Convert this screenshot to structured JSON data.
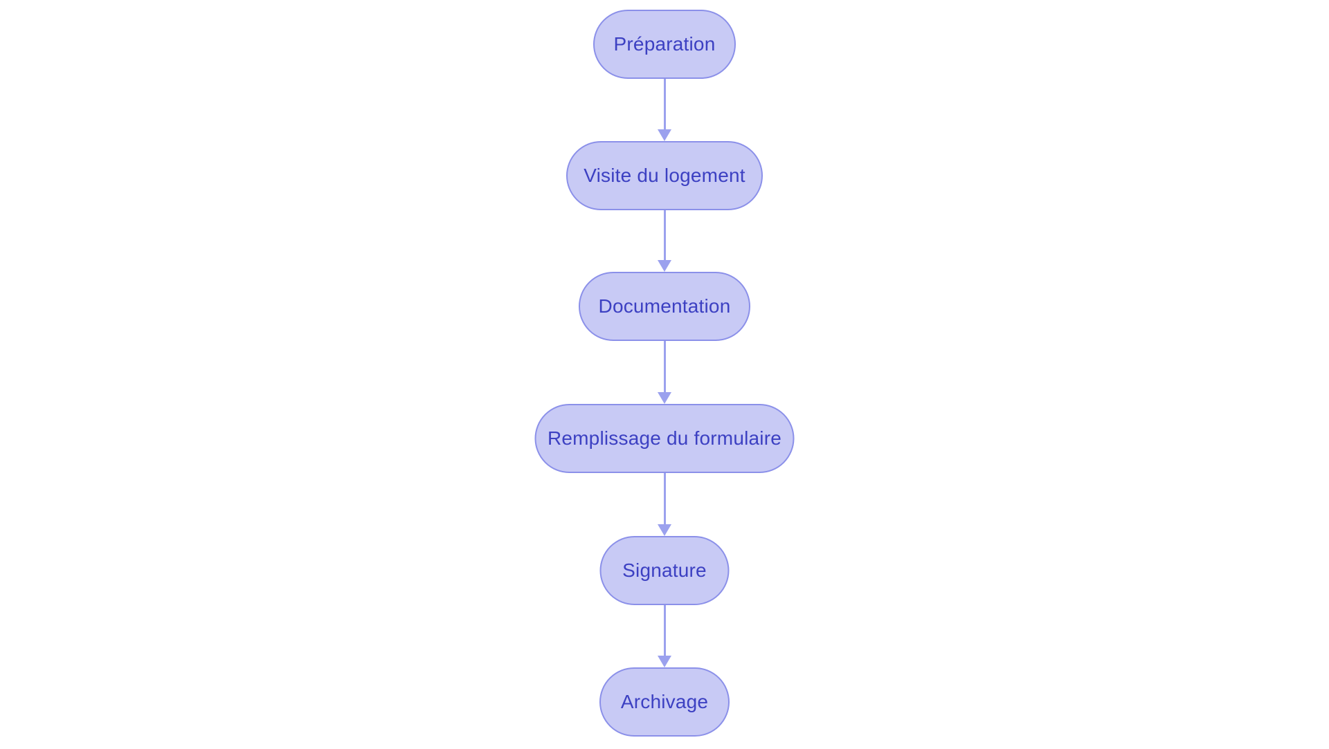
{
  "diagram": {
    "type": "flowchart",
    "direction": "top-down",
    "nodes": [
      {
        "id": "preparation",
        "label": "Préparation"
      },
      {
        "id": "visite",
        "label": "Visite du logement"
      },
      {
        "id": "documentation",
        "label": "Documentation"
      },
      {
        "id": "remplissage",
        "label": "Remplissage du formulaire"
      },
      {
        "id": "signature",
        "label": "Signature"
      },
      {
        "id": "archivage",
        "label": "Archivage"
      }
    ],
    "edges": [
      {
        "from": "preparation",
        "to": "visite"
      },
      {
        "from": "visite",
        "to": "documentation"
      },
      {
        "from": "documentation",
        "to": "remplissage"
      },
      {
        "from": "remplissage",
        "to": "signature"
      },
      {
        "from": "signature",
        "to": "archivage"
      }
    ]
  },
  "colors": {
    "background": "#ffffff",
    "node-fill": "#c8caf5",
    "node-border": "#8b90e9",
    "node-text": "#3c40c2",
    "arrow": "#9ba1ee"
  }
}
